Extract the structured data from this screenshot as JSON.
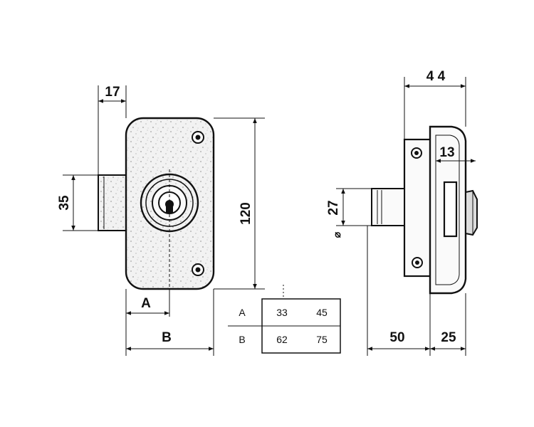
{
  "front_view": {
    "dim_top": "17",
    "dim_left": "35",
    "dim_height": "120",
    "dim_a": "A",
    "dim_b": "B"
  },
  "side_view": {
    "dim_top": "4 4",
    "dim_13": "13",
    "dim_27": "27",
    "dim_50": "50",
    "dim_25": "25",
    "diameter_symbol": "⌀"
  },
  "size_table": {
    "rows": [
      {
        "label": "A",
        "values": [
          "33",
          "45"
        ]
      },
      {
        "label": "B",
        "values": [
          "62",
          "75"
        ]
      }
    ]
  }
}
